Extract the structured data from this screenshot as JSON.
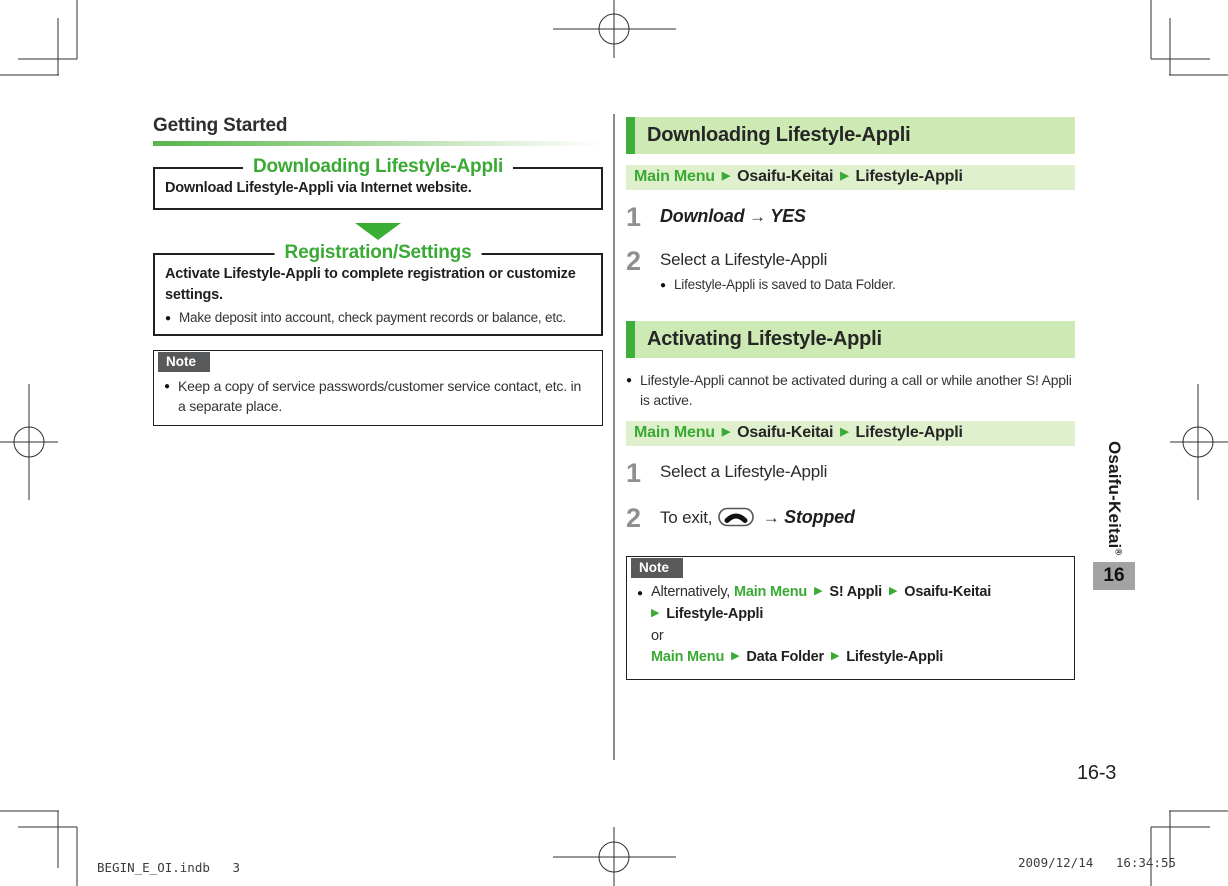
{
  "glyphs": {
    "breadcrumb_arrow": "▶",
    "bullet": "●",
    "arrow_right": "→"
  },
  "left": {
    "heading": "Getting Started",
    "flow": [
      {
        "title": "Downloading Lifestyle-Appli",
        "body": "Download Lifestyle-Appli via Internet website."
      },
      {
        "title": "Registration/Settings",
        "body": "Activate Lifestyle-Appli to complete registration or customize settings.",
        "bullet": "Make deposit into account, check payment records or balance, etc."
      }
    ],
    "note": {
      "label": "Note",
      "text": "Keep a copy of service passwords/customer service contact, etc. in a separate place."
    }
  },
  "downloading": {
    "title": "Downloading Lifestyle-Appli",
    "breadcrumb": [
      "Main Menu",
      "Osaifu-Keitai",
      "Lifestyle-Appli"
    ],
    "steps": [
      {
        "num": "1",
        "command": "Download",
        "result": "YES"
      },
      {
        "num": "2",
        "text": "Select a Lifestyle-Appli",
        "bullet": "Lifestyle-Appli is saved to Data Folder."
      }
    ]
  },
  "activating": {
    "title": "Activating Lifestyle-Appli",
    "intro": "Lifestyle-Appli cannot be activated during a call or while another S! Appli is active.",
    "breadcrumb": [
      "Main Menu",
      "Osaifu-Keitai",
      "Lifestyle-Appli"
    ],
    "steps": [
      {
        "num": "1",
        "text": "Select a Lifestyle-Appli"
      },
      {
        "num": "2",
        "pre": "To exit,",
        "result": "Stopped"
      }
    ],
    "note": {
      "label": "Note",
      "prefix": "Alternatively, ",
      "path1": [
        "Main Menu",
        "S! Appli",
        "Osaifu-Keitai"
      ],
      "path1_cont": "Lifestyle-Appli",
      "or": "or",
      "path2": [
        "Main Menu",
        "Data Folder",
        "Lifestyle-Appli"
      ]
    }
  },
  "sidebar": {
    "chapter_title": "Osaifu-Keitai",
    "registered_mark": "®",
    "chapter_number": "16"
  },
  "footer": {
    "page_number": "16-3",
    "file_info": "BEGIN_E_OI.indb   3",
    "print_timestamp": "2009/12/14   16:34:55"
  },
  "colors": {
    "green": "#3aaa35",
    "section_header_bg": "#cde9b4",
    "section_header_accent": "#3fae3a",
    "breadcrumb_bg": "#dff0cc",
    "note_tag_bg": "#58595b",
    "step_number_gray": "#8f8f8f",
    "chapter_tab_bg": "#a3a3a3"
  }
}
